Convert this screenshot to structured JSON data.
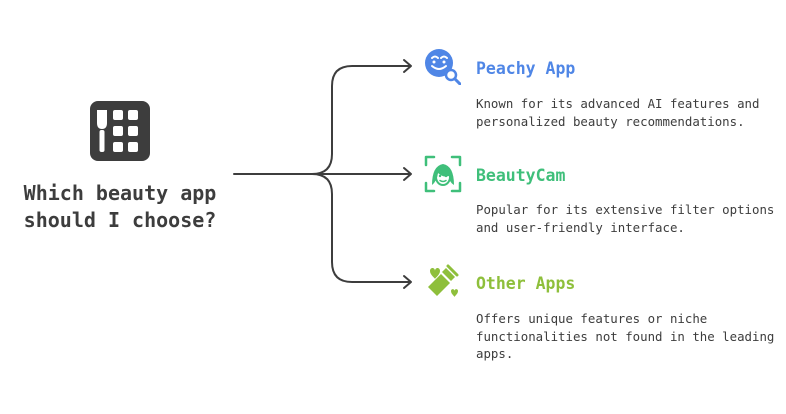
{
  "root": {
    "question": "Which beauty app should I choose?",
    "icon": "grid-icon"
  },
  "colors": {
    "connector": "#3d3d3d",
    "root_icon": "#3d3d3d",
    "peachy": "#4f86e6",
    "beautycam": "#3fbf7a",
    "other": "#8ebf3b",
    "body_text": "#3d3d3d"
  },
  "options": [
    {
      "title": "Peachy App",
      "description": "Known for its advanced AI features and personalized beauty recommendations.",
      "icon": "face-search-icon"
    },
    {
      "title": "BeautyCam",
      "description": "Popular for its extensive filter options and user-friendly interface.",
      "icon": "face-scan-icon"
    },
    {
      "title": "Other Apps",
      "description": "Offers unique features or niche functionalities not found in the leading apps.",
      "icon": "lipstick-hearts-icon"
    }
  ]
}
